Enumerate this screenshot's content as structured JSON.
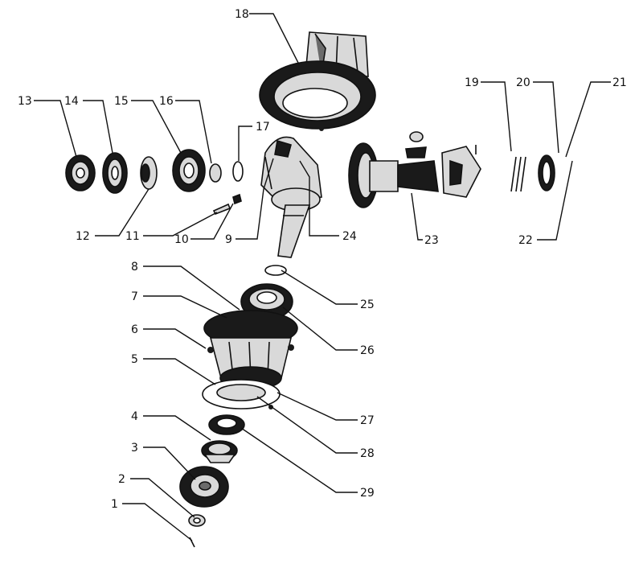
{
  "colors": {
    "ink": "#111111",
    "paper": "#ffffff",
    "shade": "#6b6b6b",
    "light": "#d9d9d9"
  },
  "labels": {
    "p1": "1",
    "p2": "2",
    "p3": "3",
    "p4": "4",
    "p5": "5",
    "p6": "6",
    "p7": "7",
    "p8": "8",
    "p9": "9",
    "p10": "10",
    "p11": "11",
    "p12": "12",
    "p13": "13",
    "p14": "14",
    "p15": "15",
    "p16": "16",
    "p17": "17",
    "p18": "18",
    "p19": "19",
    "p20": "20",
    "p21": "21",
    "p22": "22",
    "p23": "23",
    "p24": "24",
    "p25": "25",
    "p26": "26",
    "p27": "27",
    "p28": "28",
    "p29": "29"
  }
}
